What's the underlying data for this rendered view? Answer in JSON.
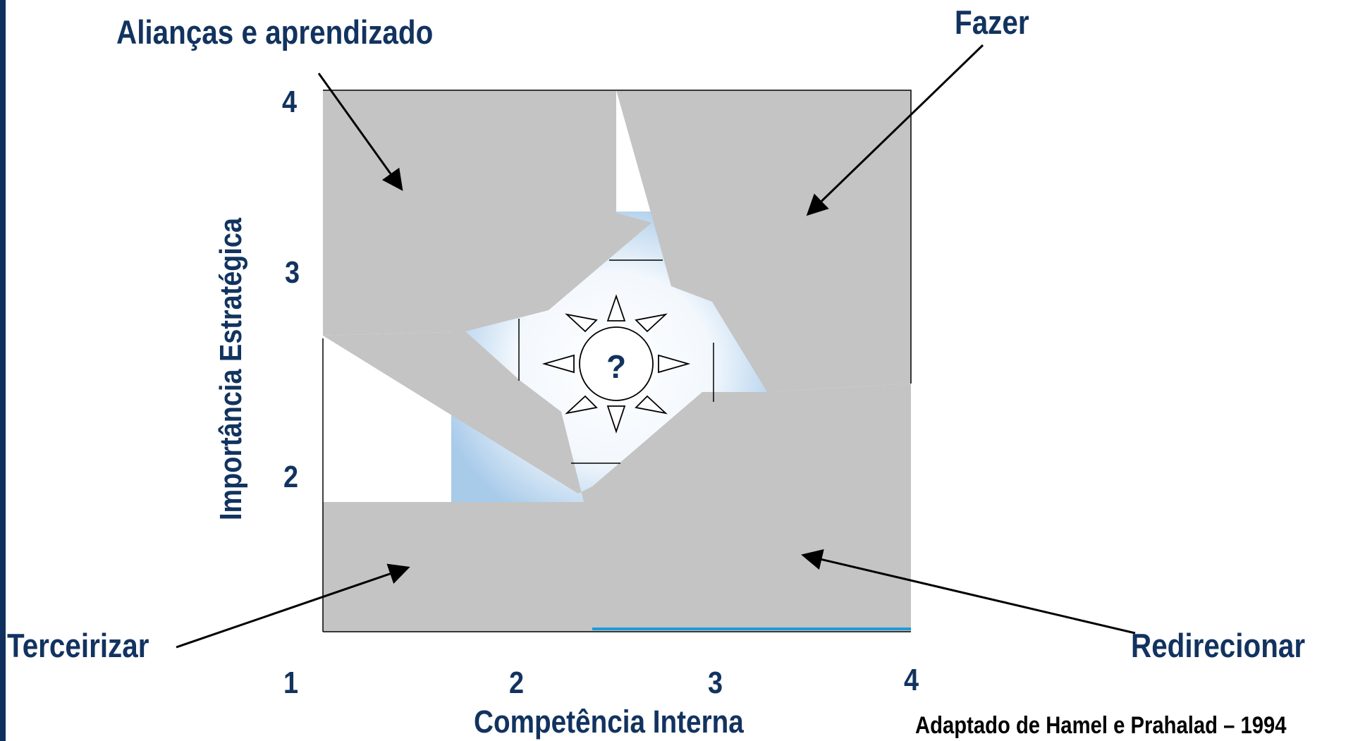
{
  "quadrant_labels": {
    "top_left": "Alianças e aprendizado",
    "top_right": "Fazer",
    "bottom_left": "Terceirizar",
    "bottom_right": "Redirecionar"
  },
  "axes": {
    "x_label": "Competência Interna",
    "y_label": "Importância Estratégica",
    "x_ticks": [
      "1",
      "2",
      "3",
      "4"
    ],
    "y_ticks": [
      "4",
      "3",
      "2"
    ]
  },
  "center_symbol": "?",
  "source_credit": "Adaptado de Hamel e Prahalad – 1994",
  "colors": {
    "text": "#12335f",
    "quadrant_fill": "#c4c4c4",
    "left_bar": "#0f2f5c",
    "accent_line": "#1e9bd7",
    "center_glow": "#a9cbea"
  },
  "icons": {
    "center": "sun-icon",
    "arrows": "arrow-icon"
  }
}
